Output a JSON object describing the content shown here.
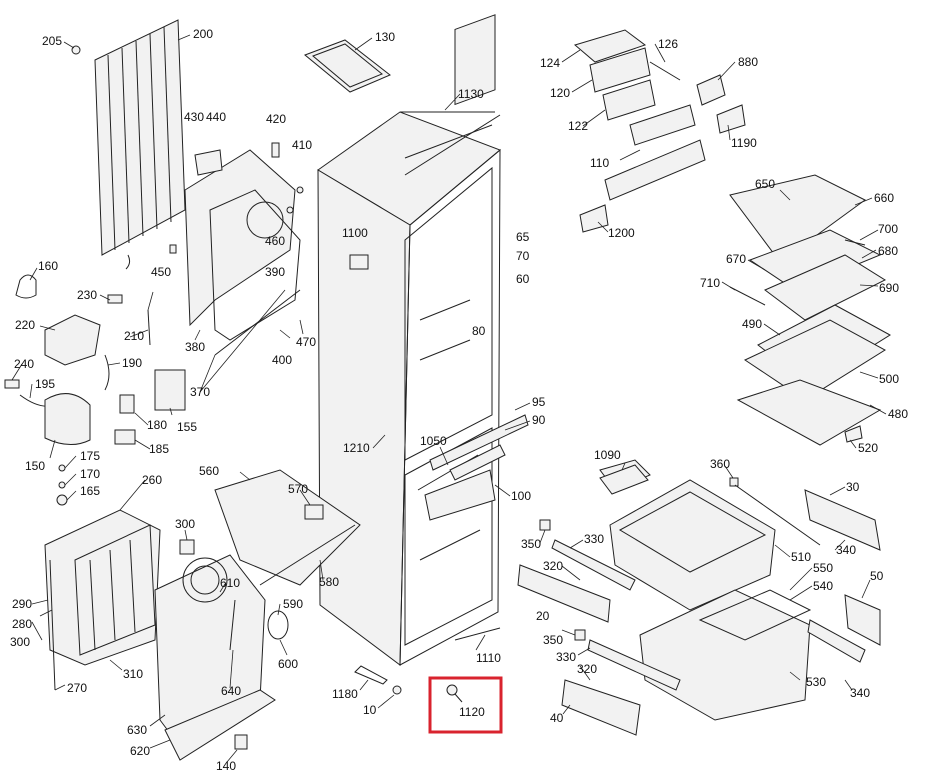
{
  "diagram": {
    "highlight_color": "#d9232e",
    "highlight_part": "1120",
    "labels": [
      {
        "id": "205",
        "text": "205"
      },
      {
        "id": "200",
        "text": "200"
      },
      {
        "id": "130",
        "text": "130"
      },
      {
        "id": "1130",
        "text": "1130"
      },
      {
        "id": "124",
        "text": "124"
      },
      {
        "id": "126",
        "text": "126"
      },
      {
        "id": "880",
        "text": "880"
      },
      {
        "id": "120",
        "text": "120"
      },
      {
        "id": "122",
        "text": "122"
      },
      {
        "id": "1190",
        "text": "1190"
      },
      {
        "id": "110",
        "text": "110"
      },
      {
        "id": "430",
        "text": "430"
      },
      {
        "id": "440",
        "text": "440"
      },
      {
        "id": "420",
        "text": "420"
      },
      {
        "id": "410",
        "text": "410"
      },
      {
        "id": "650",
        "text": "650"
      },
      {
        "id": "660",
        "text": "660"
      },
      {
        "id": "700",
        "text": "700"
      },
      {
        "id": "680",
        "text": "680"
      },
      {
        "id": "670",
        "text": "670"
      },
      {
        "id": "690",
        "text": "690"
      },
      {
        "id": "710",
        "text": "710"
      },
      {
        "id": "490",
        "text": "490"
      },
      {
        "id": "500",
        "text": "500"
      },
      {
        "id": "480",
        "text": "480"
      },
      {
        "id": "520",
        "text": "520"
      },
      {
        "id": "1200",
        "text": "1200"
      },
      {
        "id": "160",
        "text": "160"
      },
      {
        "id": "460",
        "text": "460"
      },
      {
        "id": "450",
        "text": "450"
      },
      {
        "id": "390",
        "text": "390"
      },
      {
        "id": "1100",
        "text": "1100"
      },
      {
        "id": "65",
        "text": "65"
      },
      {
        "id": "70",
        "text": "70"
      },
      {
        "id": "60",
        "text": "60"
      },
      {
        "id": "230",
        "text": "230"
      },
      {
        "id": "210",
        "text": "210"
      },
      {
        "id": "220",
        "text": "220"
      },
      {
        "id": "380",
        "text": "380"
      },
      {
        "id": "470",
        "text": "470"
      },
      {
        "id": "400",
        "text": "400"
      },
      {
        "id": "80",
        "text": "80"
      },
      {
        "id": "240",
        "text": "240"
      },
      {
        "id": "190",
        "text": "190"
      },
      {
        "id": "195",
        "text": "195"
      },
      {
        "id": "370",
        "text": "370"
      },
      {
        "id": "180",
        "text": "180"
      },
      {
        "id": "155",
        "text": "155"
      },
      {
        "id": "185",
        "text": "185"
      },
      {
        "id": "150",
        "text": "150"
      },
      {
        "id": "175",
        "text": "175"
      },
      {
        "id": "170",
        "text": "170"
      },
      {
        "id": "165",
        "text": "165"
      },
      {
        "id": "95",
        "text": "95"
      },
      {
        "id": "90",
        "text": "90"
      },
      {
        "id": "1210",
        "text": "1210"
      },
      {
        "id": "1050",
        "text": "1050"
      },
      {
        "id": "1090",
        "text": "1090"
      },
      {
        "id": "360",
        "text": "360"
      },
      {
        "id": "30",
        "text": "30"
      },
      {
        "id": "560",
        "text": "560"
      },
      {
        "id": "570",
        "text": "570"
      },
      {
        "id": "260",
        "text": "260"
      },
      {
        "id": "100",
        "text": "100"
      },
      {
        "id": "300",
        "text": "300"
      },
      {
        "id": "350a",
        "text": "350"
      },
      {
        "id": "330a",
        "text": "330"
      },
      {
        "id": "510",
        "text": "510"
      },
      {
        "id": "340a",
        "text": "340"
      },
      {
        "id": "320a",
        "text": "320"
      },
      {
        "id": "550",
        "text": "550"
      },
      {
        "id": "540",
        "text": "540"
      },
      {
        "id": "580",
        "text": "580"
      },
      {
        "id": "610",
        "text": "610"
      },
      {
        "id": "50",
        "text": "50"
      },
      {
        "id": "290",
        "text": "290"
      },
      {
        "id": "590",
        "text": "590"
      },
      {
        "id": "20",
        "text": "20"
      },
      {
        "id": "280",
        "text": "280"
      },
      {
        "id": "300b",
        "text": "300"
      },
      {
        "id": "350b",
        "text": "350"
      },
      {
        "id": "600",
        "text": "600"
      },
      {
        "id": "1110",
        "text": "1110"
      },
      {
        "id": "330b",
        "text": "330"
      },
      {
        "id": "310",
        "text": "310"
      },
      {
        "id": "320b",
        "text": "320"
      },
      {
        "id": "530",
        "text": "530"
      },
      {
        "id": "270",
        "text": "270"
      },
      {
        "id": "640",
        "text": "640"
      },
      {
        "id": "1180",
        "text": "1180"
      },
      {
        "id": "340b",
        "text": "340"
      },
      {
        "id": "10",
        "text": "10"
      },
      {
        "id": "1120",
        "text": "1120"
      },
      {
        "id": "40",
        "text": "40"
      },
      {
        "id": "630",
        "text": "630"
      },
      {
        "id": "620",
        "text": "620"
      },
      {
        "id": "140",
        "text": "140"
      }
    ]
  }
}
